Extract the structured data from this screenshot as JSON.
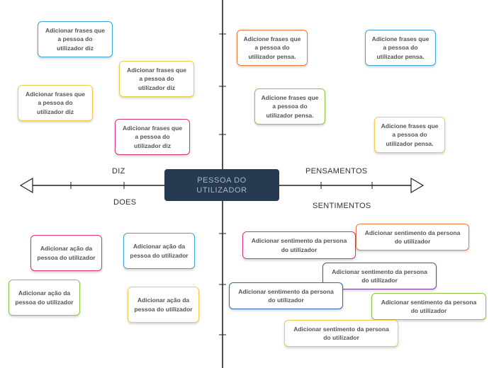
{
  "center": {
    "line1": "PESSOA DO",
    "line2": "UTILIZADOR"
  },
  "axis_labels": {
    "diz": "DIZ",
    "does": "DOES",
    "pensamentos": "PENSAMENTOS",
    "sentimentos": "SENTIMENTOS"
  },
  "colors": {
    "axis": "#222222",
    "center_bg": "#263a52",
    "blue": "#3ca6d6",
    "orange": "#f07a3a",
    "yellow": "#f2cc48",
    "pink": "#e0307a",
    "green": "#8ec63f",
    "purple": "#7a3a9a",
    "navy": "#2a6bb0"
  },
  "notes": {
    "diz": [
      {
        "text": "Adicionar frases que a pessoa do utilizador diz",
        "color": "blue"
      },
      {
        "text": "Adicionar frases que a pessoa do utilizador diz",
        "color": "yellow"
      },
      {
        "text": "Adicionar frases que a pessoa do utilizador diz",
        "color": "yellow"
      },
      {
        "text": "Adicionar frases que a pessoa do utilizador diz",
        "color": "pink"
      }
    ],
    "pensa": [
      {
        "text": "Adicione frases que a pessoa do utilizador pensa.",
        "color": "orange"
      },
      {
        "text": "Adicione frases que a pessoa do utilizador pensa.",
        "color": "blue"
      },
      {
        "text": "Adicione frases que a pessoa do utilizador pensa.",
        "color": "green"
      },
      {
        "text": "Adicione frases que a pessoa do utilizador pensa.",
        "color": "yellow"
      }
    ],
    "acao": [
      {
        "text": "Adicionar ação da pessoa do utilizador",
        "color": "pink"
      },
      {
        "text": "Adicionar ação da pessoa do utilizador",
        "color": "blue"
      },
      {
        "text": "Adicionar ação da pessoa do utilizador",
        "color": "green"
      },
      {
        "text": "Adicionar ação da pessoa do utilizador",
        "color": "yellow"
      }
    ],
    "sentimento": [
      {
        "text": "Adicionar sentimento da persona do utilizador",
        "color": "pink"
      },
      {
        "text": "Adicionar sentimento da persona do utilizador",
        "color": "orange"
      },
      {
        "text": "Adicionar sentimento da persona do utilizador",
        "color": "purple"
      },
      {
        "text": "Adicionar sentimento da persona do utilizador",
        "color": "navy"
      },
      {
        "text": "Adicionar sentimento da persona do utilizador",
        "color": "green"
      },
      {
        "text": "Adicionar sentimento da persona do utilizador",
        "color": "yellow"
      }
    ]
  }
}
